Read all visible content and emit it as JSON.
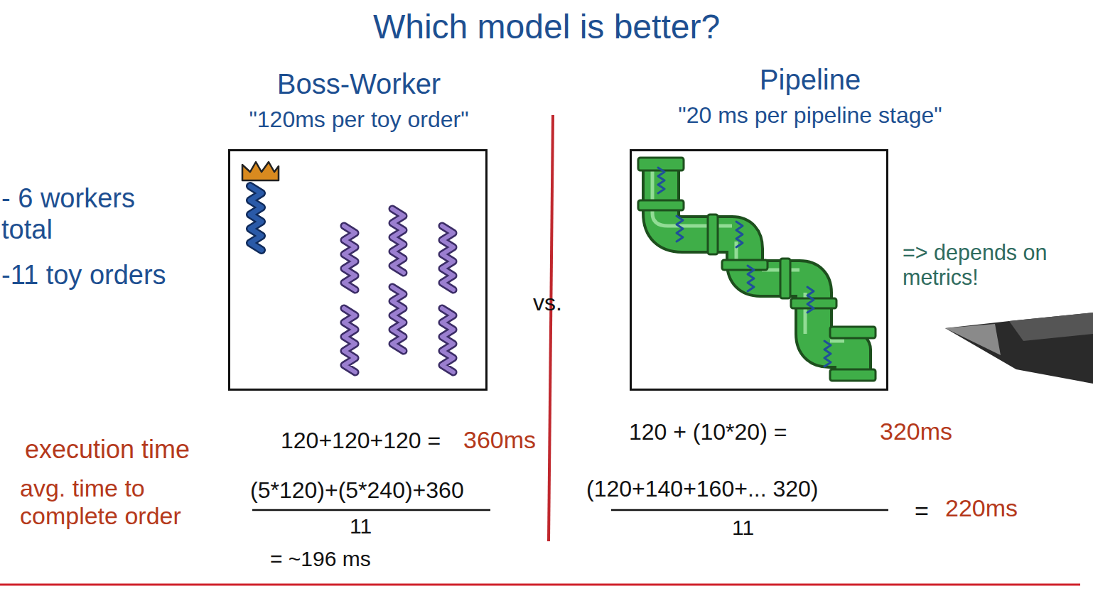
{
  "diagram": {
    "title": "Which model is better?",
    "nodes": [
      {
        "text": [
          "Boss-Worker",
          "\"120ms per toy order\""
        ]
      },
      {
        "text": [
          "Pipeline",
          "\"20 ms per pipeline stage\""
        ]
      }
    ],
    "labels": [
      "- 6 workers total",
      "-11 toy orders",
      "vs.",
      "=> depends on metrics!",
      "execution time",
      "avg. time to complete order",
      "120+120+120 =",
      "360ms",
      "(5*120)+(5*240)+360",
      "11",
      "= ~196 ms",
      "120 + (10*20) =",
      "320ms",
      "(120+140+160+... 320)",
      "11",
      "=",
      "220ms"
    ]
  }
}
